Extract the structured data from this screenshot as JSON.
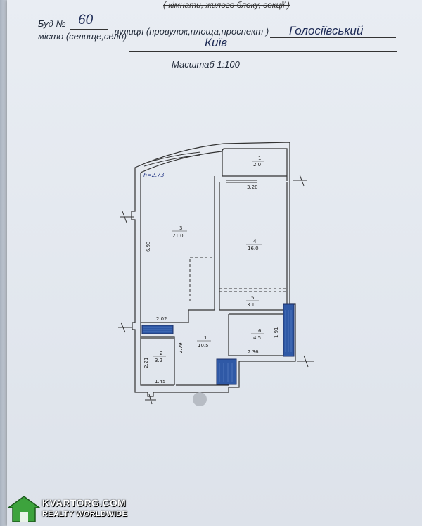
{
  "header": {
    "struck_text": "( кімнати, жилого блоку, секції )",
    "building_label": "Буд №",
    "building_number": "60",
    "street_label": ",вулиця (провулок,площа,проспект )",
    "street_value": "Голосіївський",
    "city_label": "місто (селище,село)",
    "city_value": "Київ",
    "scale": "Масштаб 1:100"
  },
  "plan": {
    "height_note": "h=2.73",
    "rooms": [
      {
        "num": "1",
        "area": "2.0"
      },
      {
        "num": "3",
        "area": "21.0"
      },
      {
        "num": "4",
        "area": "16.0"
      },
      {
        "num": "5",
        "area": "3.1"
      },
      {
        "num": "1",
        "area": "10.5"
      },
      {
        "num": "6",
        "area": "4.5"
      },
      {
        "num": "2",
        "area": "3.2"
      }
    ],
    "dimensions": {
      "d320": "3.20",
      "d693": "6.93",
      "d202": "2.02",
      "d279": "2.79",
      "d221": "2.21",
      "d145": "1.45",
      "d191": "1.91",
      "d236": "2.36"
    }
  },
  "watermark": {
    "main": "KVARTORG.COM",
    "sub": "REALTY WORLDWIDE"
  }
}
